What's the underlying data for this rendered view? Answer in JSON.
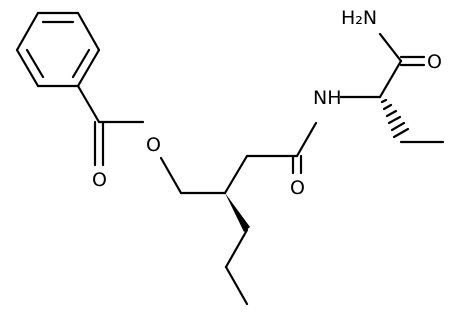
{
  "molecule": {
    "atoms": {
      "amide_n": "H₂N",
      "amide_o": "O",
      "nh": "NH",
      "amide2_o": "O",
      "ester_o": "O",
      "carbonyl_o": "O"
    }
  }
}
